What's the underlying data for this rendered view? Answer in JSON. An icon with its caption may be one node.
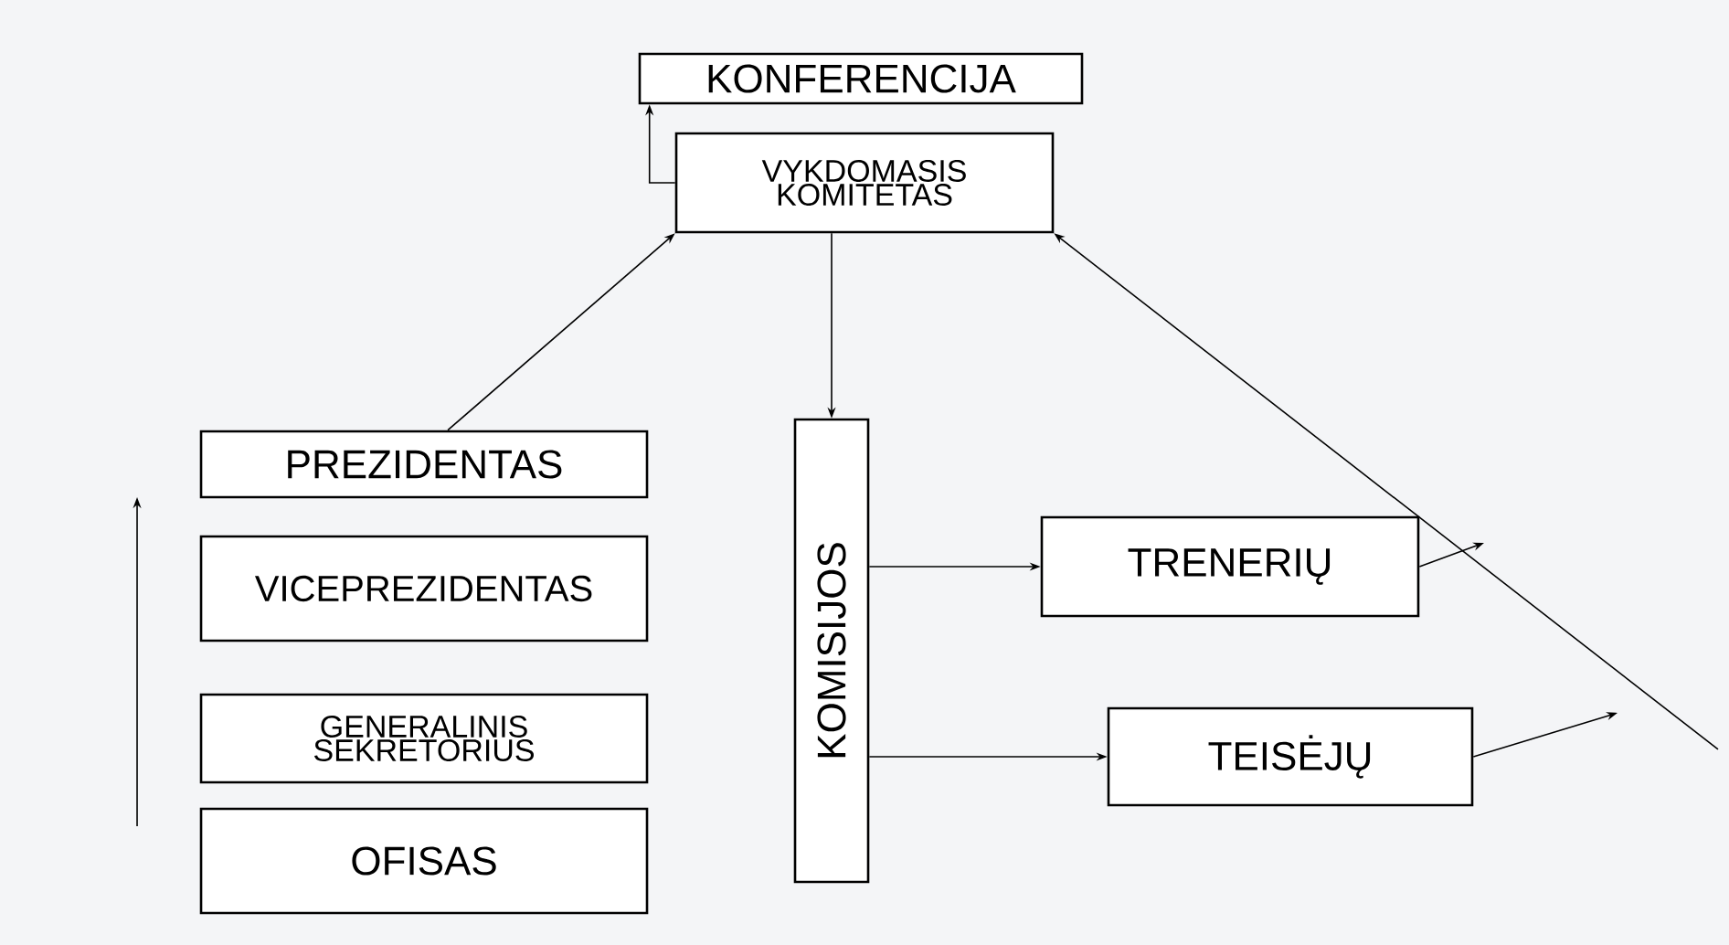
{
  "diagram": {
    "nodes": [
      {
        "text": [
          "KONFERENCIJA"
        ]
      },
      {
        "text": [
          "VYKDOMASIS KOMITETAS"
        ]
      },
      {
        "text": [
          "PREZIDENTAS"
        ]
      },
      {
        "text": [
          "VICEPREZIDENTAS"
        ]
      },
      {
        "text": [
          "GENERALINIS SEKRETORIUS"
        ]
      },
      {
        "text": [
          "OFISAS"
        ]
      },
      {
        "text": [
          "KOMISIJOS"
        ]
      },
      {
        "text": [
          "TRENERIŲ"
        ]
      },
      {
        "text": [
          "TEISĖJŲ"
        ]
      }
    ],
    "edges": [
      {
        "from": 1,
        "to": 0,
        "arrow": "to"
      },
      {
        "from": 2,
        "to": 1,
        "arrow": "to"
      },
      {
        "from": 1,
        "to": 6,
        "arrow": "to"
      },
      {
        "from": 6,
        "to": 7,
        "arrow": "to"
      },
      {
        "from": 6,
        "to": 8,
        "arrow": "to"
      },
      {
        "from": 7,
        "to": null,
        "arrow": "to"
      },
      {
        "from": 8,
        "to": null,
        "arrow": "to"
      },
      {
        "from": null,
        "to": 1,
        "arrow": "to"
      }
    ]
  }
}
